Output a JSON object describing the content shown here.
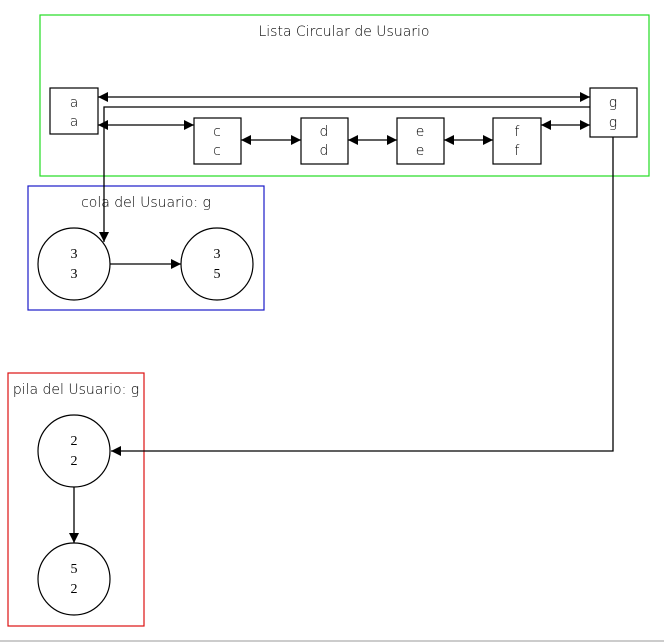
{
  "clusters": {
    "list": {
      "title": "Lista Circular de Usuario",
      "color": "#22dd22"
    },
    "queue": {
      "title": "cola del Usuario: g",
      "color": "#1a1ac8"
    },
    "stack": {
      "title": "pila del Usuario: g",
      "color": "#dd1111"
    }
  },
  "list_nodes": [
    {
      "id": "a",
      "line1": "a",
      "line2": "a"
    },
    {
      "id": "c",
      "line1": "c",
      "line2": "c"
    },
    {
      "id": "d",
      "line1": "d",
      "line2": "d"
    },
    {
      "id": "e",
      "line1": "e",
      "line2": "e"
    },
    {
      "id": "f",
      "line1": "f",
      "line2": "f"
    },
    {
      "id": "g",
      "line1": "g",
      "line2": "g"
    }
  ],
  "queue_nodes": [
    {
      "id": "q1",
      "line1": "3",
      "line2": "3"
    },
    {
      "id": "q2",
      "line1": "3",
      "line2": "5"
    }
  ],
  "stack_nodes": [
    {
      "id": "s1",
      "line1": "2",
      "line2": "2"
    },
    {
      "id": "s2",
      "line1": "5",
      "line2": "2"
    }
  ]
}
